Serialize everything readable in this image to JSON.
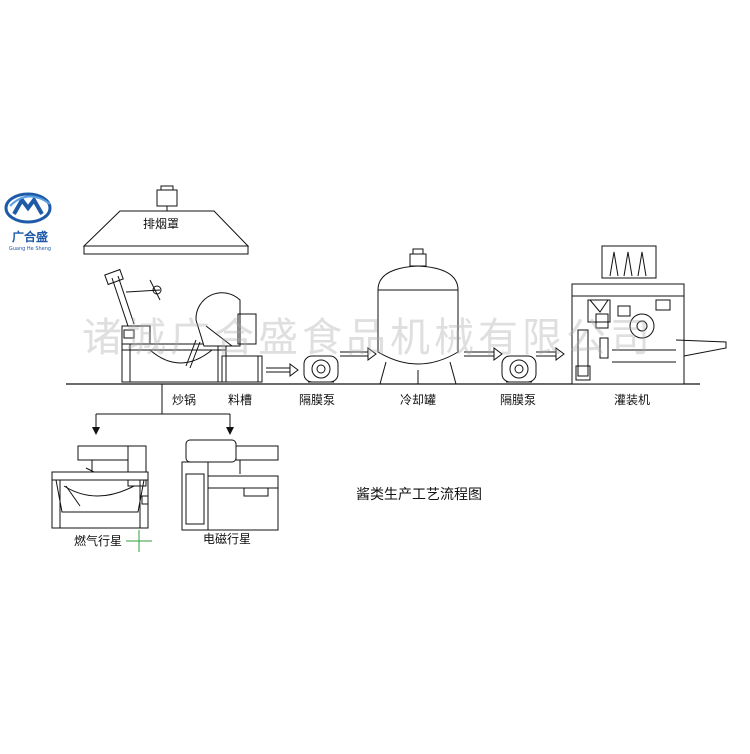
{
  "logo": {
    "brand_text": "广合盛",
    "sub_text": "Guang He Sheng",
    "color": "#1e5aa8"
  },
  "watermark": "诸城广合盛食品机械有限公司",
  "labels": {
    "hood": "排烟罩",
    "wok": "炒锅",
    "trough": "料槽",
    "pump1": "隔膜泵",
    "cooling_tank": "冷却罐",
    "pump2": "隔膜泵",
    "filler": "灌装机",
    "gas_planetary": "燃气行星",
    "electric_planetary": "电磁行星"
  },
  "diagram_title": "酱类生产工艺流程图",
  "colors": {
    "line": "#111111",
    "accent_green": "#2e9e3e"
  }
}
